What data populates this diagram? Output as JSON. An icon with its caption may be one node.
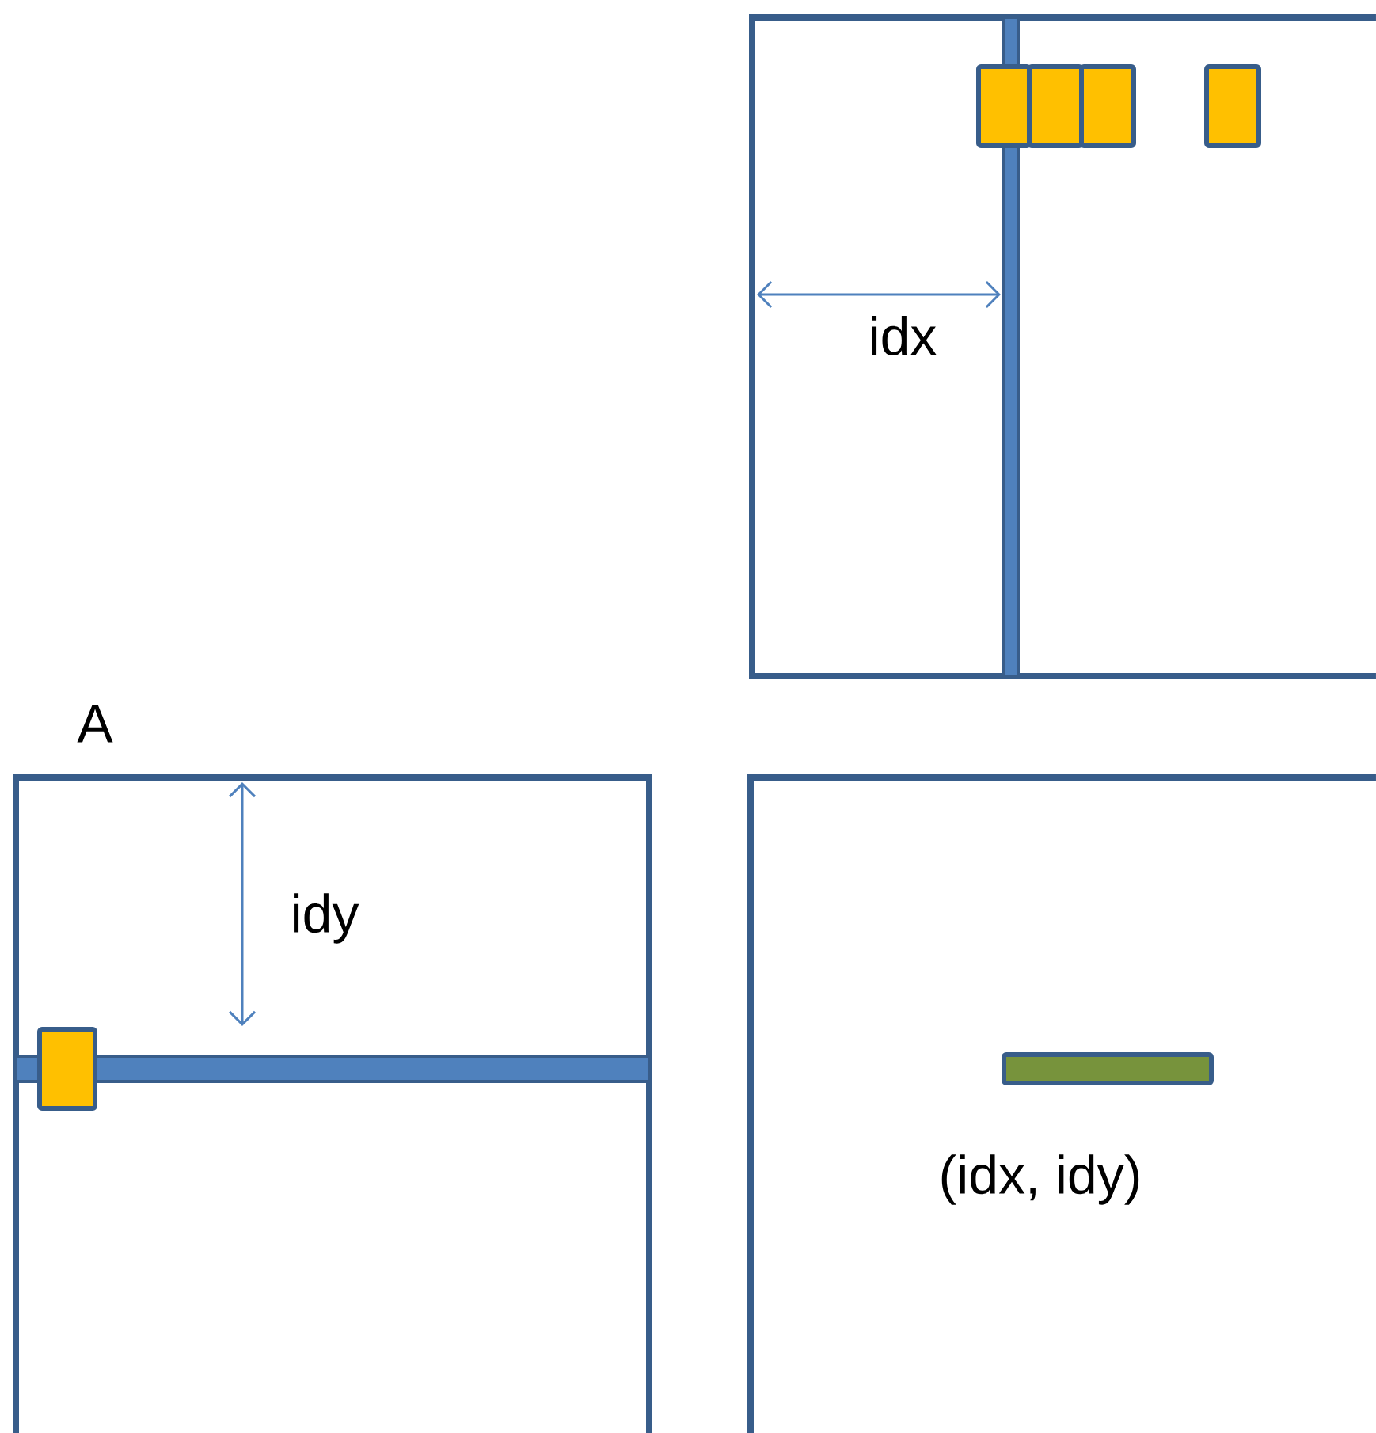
{
  "diagram": {
    "labels": [
      "idx",
      "A",
      "idy",
      "(idx, idy)"
    ]
  }
}
